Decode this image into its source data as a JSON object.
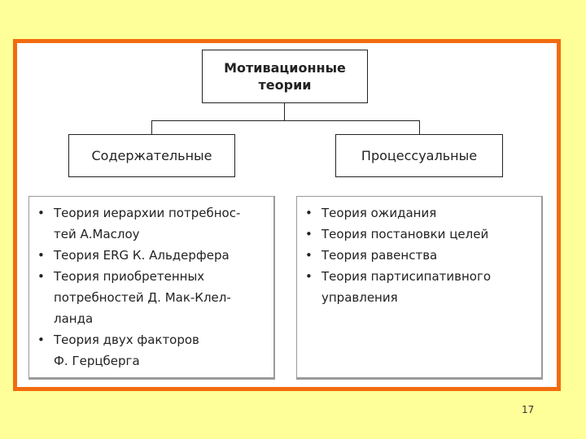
{
  "root": {
    "label": "Мотивационные теории"
  },
  "categories": [
    {
      "label": "Содержательные",
      "items": [
        "Теория иерархии потребнос-\nтей А.Маслоу",
        "Теория ERG К.     Альдерфера",
        "Теория приобретенных\nпотребностей Д. Мак-Клел-\nланда",
        "Теория двух факторов\nФ. Герцберга"
      ]
    },
    {
      "label": "Процессуальные",
      "items": [
        "Теория ожидания",
        "Теория постановки целей",
        "Теория равенства",
        "Теория партисипативного\nуправления"
      ]
    }
  ],
  "page_number": "17",
  "colors": {
    "background": "#ffff99",
    "frame": "#f26b0f"
  }
}
